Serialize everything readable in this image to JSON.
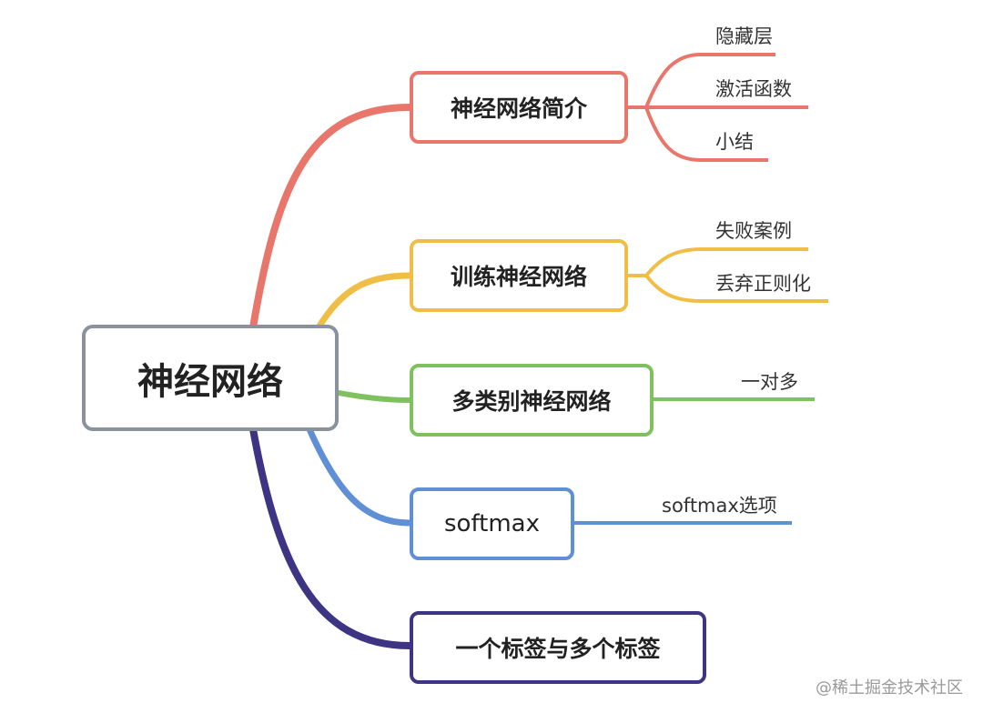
{
  "root": {
    "label": "神经网络",
    "color": "#8a929c"
  },
  "branches": [
    {
      "label": "神经网络简介",
      "color": "#e8766a",
      "leaves": [
        "隐藏层",
        "激活函数",
        "小结"
      ]
    },
    {
      "label": "训练神经网络",
      "color": "#f0be46",
      "leaves": [
        "失败案例",
        "丢弃正则化"
      ]
    },
    {
      "label": "多类别神经网络",
      "color": "#7fc15e",
      "leaves": [
        "一对多"
      ]
    },
    {
      "label": "softmax",
      "color": "#5f8fd4",
      "leaves": [
        "softmax选项"
      ]
    },
    {
      "label": "一个标签与多个标签",
      "color": "#3d3483",
      "leaves": []
    }
  ],
  "watermark": "@稀土掘金技术社区"
}
